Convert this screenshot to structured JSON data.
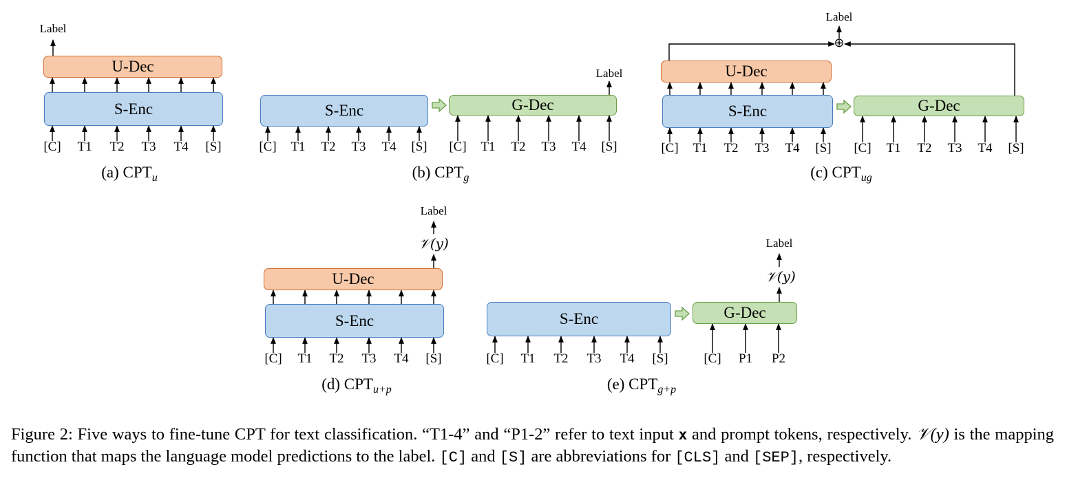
{
  "panels": {
    "a": {
      "caption_prefix": "(a) CPT",
      "caption_sub": "u",
      "senc": "S-Enc",
      "udec": "U-Dec",
      "tokens": [
        "[C]",
        "T1",
        "T2",
        "T3",
        "T4",
        "[S]"
      ],
      "output": "Label"
    },
    "b": {
      "caption_prefix": "(b) CPT",
      "caption_sub": "g",
      "senc": "S-Enc",
      "gdec": "G-Dec",
      "enc_tokens": [
        "[C]",
        "T1",
        "T2",
        "T3",
        "T4",
        "[S]"
      ],
      "dec_tokens": [
        "[C]",
        "T1",
        "T2",
        "T3",
        "T4",
        "[S]"
      ],
      "output": "Label"
    },
    "c": {
      "caption_prefix": "(c) CPT",
      "caption_sub": "ug",
      "senc": "S-Enc",
      "udec": "U-Dec",
      "gdec": "G-Dec",
      "enc_tokens": [
        "[C]",
        "T1",
        "T2",
        "T3",
        "T4",
        "[S]"
      ],
      "dec_tokens": [
        "[C]",
        "T1",
        "T2",
        "T3",
        "T4",
        "[S]"
      ],
      "output": "Label",
      "combine": "⊕"
    },
    "d": {
      "caption_prefix": "(d) CPT",
      "caption_sub": "u+p",
      "senc": "S-Enc",
      "udec": "U-Dec",
      "tokens": [
        "[C]",
        "T1",
        "T2",
        "T3",
        "T4",
        "[S]"
      ],
      "mapping": "𝒱(y)",
      "output": "Label"
    },
    "e": {
      "caption_prefix": "(e) CPT",
      "caption_sub": "g+p",
      "senc": "S-Enc",
      "gdec": "G-Dec",
      "enc_tokens": [
        "[C]",
        "T1",
        "T2",
        "T3",
        "T4",
        "[S]"
      ],
      "dec_tokens": [
        "[C]",
        "P1",
        "P2"
      ],
      "mapping": "𝒱(y)",
      "output": "Label"
    }
  },
  "figure_caption": {
    "p1": "Figure 2: Five ways to fine-tune CPT for text classification. “T1-4” and “P1-2” refer to text input ",
    "x": "x",
    "p2": " and prompt tokens, respectively. ",
    "vy": "𝒱(y)",
    "p3": " is the mapping function that maps the language model predictions to the label. ",
    "c_abbr": "[C]",
    "p4": " and ",
    "s_abbr": "[S]",
    "p5": " are abbreviations for ",
    "cls": "[CLS]",
    "p6": " and ",
    "sep": "[SEP]",
    "p7": ", respectively."
  }
}
